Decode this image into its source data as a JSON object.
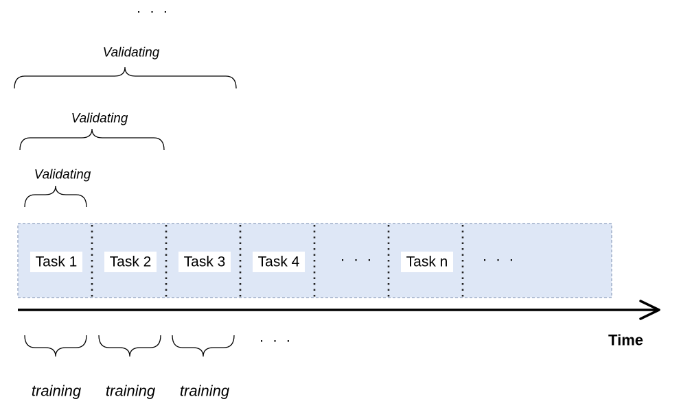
{
  "diagram": {
    "tasks": [
      {
        "label": "Task 1"
      },
      {
        "label": "Task 2"
      },
      {
        "label": "Task 3"
      },
      {
        "label": "Task 4"
      },
      {
        "label": "· · ·"
      },
      {
        "label": "Task n"
      },
      {
        "label": "· · ·"
      }
    ],
    "validation_windows": [
      {
        "label": "Validating",
        "tasks_covered": 1
      },
      {
        "label": "Validating",
        "tasks_covered": 2
      },
      {
        "label": "Validating",
        "tasks_covered": 3
      }
    ],
    "validation_more": "· · ·",
    "training_windows": [
      {
        "label": "training",
        "task": "Task 1"
      },
      {
        "label": "training",
        "task": "Task 2"
      },
      {
        "label": "training",
        "task": "Task 3"
      }
    ],
    "training_more": "· · ·",
    "axis_label": "Time",
    "colors": {
      "task_fill": "#dee7f6",
      "task_border": "#8e9fbe",
      "label_background": "#ffffff",
      "ink": "#000000"
    }
  }
}
